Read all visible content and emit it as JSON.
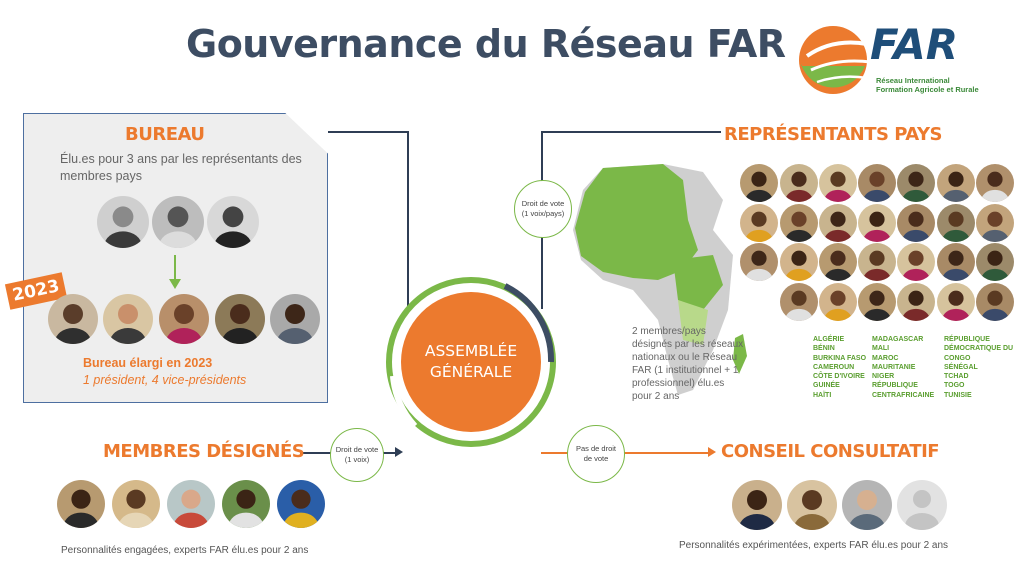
{
  "title": "Gouvernance du Réseau FAR",
  "logo": {
    "name": "FAR",
    "subtitle": "Réseau International Formation Agricole et Rurale"
  },
  "bureau": {
    "title": "BUREAU",
    "description": "Élu.es pour 3 ans par les représentants des membres pays",
    "badge": "2023",
    "enlarged_title": "Bureau élargi en 2023",
    "enlarged_detail": "1 président, 4 vice-présidents"
  },
  "assemblee": {
    "line1": "ASSEMBLÉE",
    "line2": "GÉNÉRALE"
  },
  "vote_labels": {
    "pays": "Droit de vote (1 voix/pays)",
    "membres": "Droit de vote (1 voix)",
    "conseil": "Pas de droit de vote"
  },
  "membres": {
    "title": "MEMBRES DÉSIGNÉS",
    "caption": "Personnalités engagées, experts FAR élu.es pour 2 ans"
  },
  "representants": {
    "title": "REPRÉSENTANTS PAYS",
    "description": "2 membres/pays désignés par les réseaux nationaux ou le Réseau FAR (1 institutionnel + 1 professionnel) élu.es pour 2 ans",
    "countries_col1": [
      "ALGÉRIE",
      "BÉNIN",
      "BURKINA FASO",
      "CAMEROUN",
      "CÔTE D'IVOIRE",
      "GUINÉE",
      "HAÏTI"
    ],
    "countries_col2": [
      "MADAGASCAR",
      "MALI",
      "MAROC",
      "MAURITANIE",
      "NIGER",
      "RÉPUBLIQUE",
      "CENTRAFRICAINE"
    ],
    "countries_col3": [
      "RÉPUBLIQUE",
      "DÉMOCRATIQUE DU",
      "CONGO",
      "SÉNÉGAL",
      "TCHAD",
      "TOGO",
      "TUNISIE"
    ]
  },
  "conseil": {
    "title": "CONSEIL CONSULTATIF",
    "caption": "Personnalités expérimentées, experts FAR élu.es pour 2 ans"
  },
  "colors": {
    "orange": "#ec7a2e",
    "green": "#7bb848",
    "navy": "#2f3e55",
    "title": "#3d4d63"
  }
}
